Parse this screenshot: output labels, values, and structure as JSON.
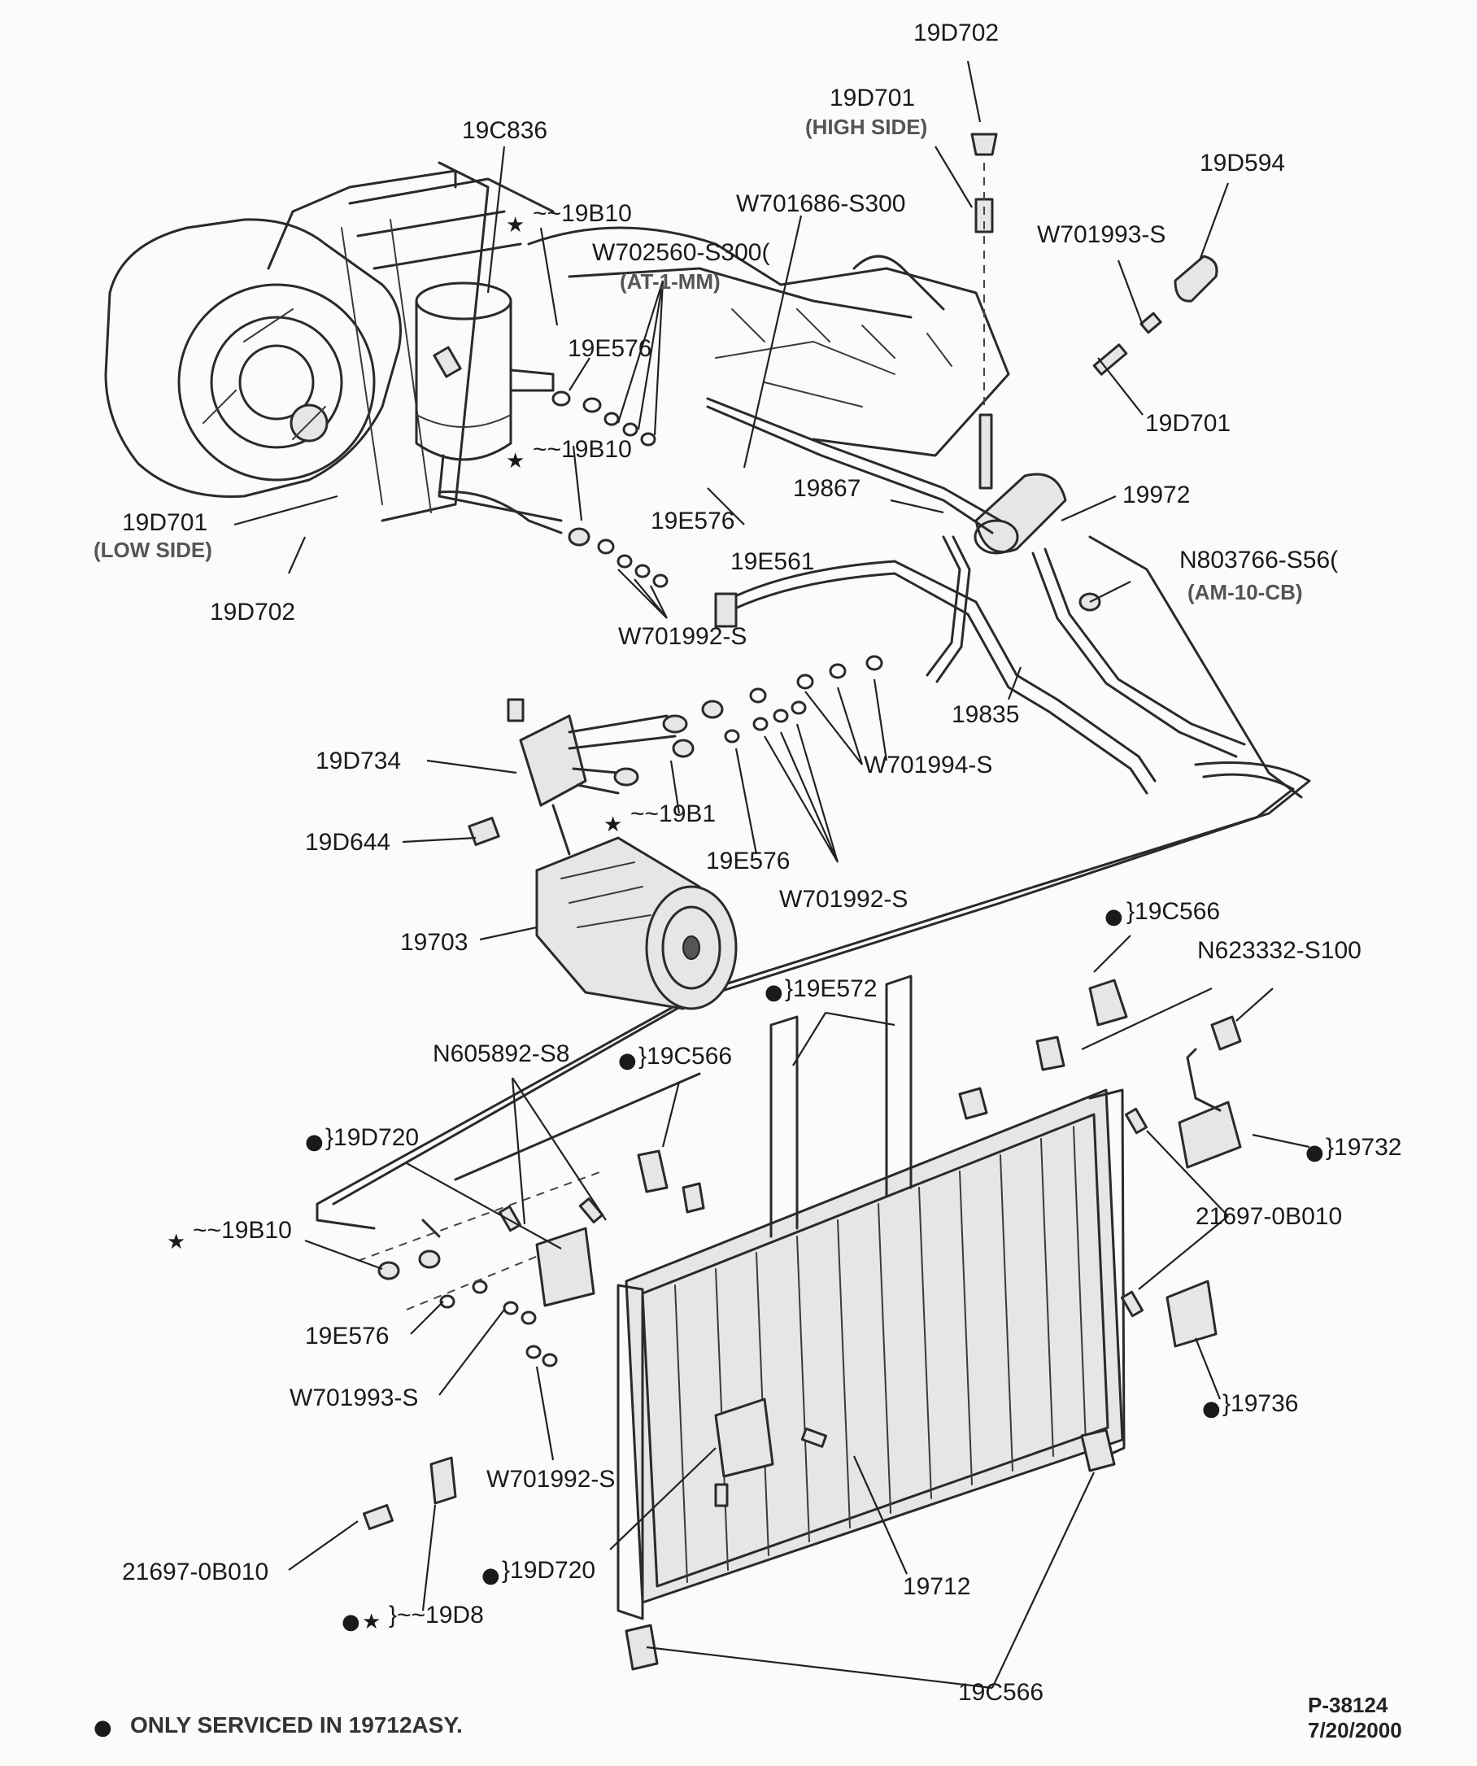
{
  "labels": {
    "l_19D702_top": "19D702",
    "l_19D701_top": "19D701",
    "l_high_side": "(HIGH SIDE)",
    "l_19D594": "19D594",
    "l_19C836": "19C836",
    "l_19B10_a": "~~19B10",
    "l_W701686": "W701686-S300",
    "l_W702560": "W702560-S300(",
    "l_at1mm": "(AT-1-MM)",
    "l_W701993_top": "W701993-S",
    "l_19E576_a": "19E576",
    "l_19D701_right": "19D701",
    "l_19B10_b": "~~19B10",
    "l_19867": "19867",
    "l_19972": "19972",
    "l_19D701_low": "19D701",
    "l_low_side": "(LOW SIDE)",
    "l_19E576_b": "19E576",
    "l_19E561": "19E561",
    "l_N803766": "N803766-S56(",
    "l_am10cb": "(AM-10-CB)",
    "l_19D702_low": "19D702",
    "l_W701992_a": "W701992-S",
    "l_19835": "19835",
    "l_19D734": "19D734",
    "l_W701994": "W701994-S",
    "l_19B1": "~~19B1",
    "l_19D644": "19D644",
    "l_19E576_c": "19E576",
    "l_W701992_b": "W701992-S",
    "l_19703": "19703",
    "l_19C566_a": "}19C566",
    "l_N623332": "N623332-S100",
    "l_19E572": "}19E572",
    "l_N605892": "N605892-S8",
    "l_19C566_b": "}19C566",
    "l_19D720_a": "}19D720",
    "l_19732": "}19732",
    "l_21697_a": "21697-0B010",
    "l_19B10_c": "~~19B10",
    "l_19E576_d": "19E576",
    "l_W701993_b": "W701993-S",
    "l_19736": "}19736",
    "l_W701992_c": "W701992-S",
    "l_21697_b": "21697-0B010",
    "l_19D720_b": "}19D720",
    "l_19712": "19712",
    "l_19D8": "}~~19D8",
    "l_19C566_c": "19C566"
  },
  "footer": {
    "note": "ONLY SERVICED IN  19712ASY.",
    "part_number": "P-38124",
    "date": "7/20/2000"
  },
  "legend_marks": {
    "dot": "●",
    "star": "★"
  }
}
